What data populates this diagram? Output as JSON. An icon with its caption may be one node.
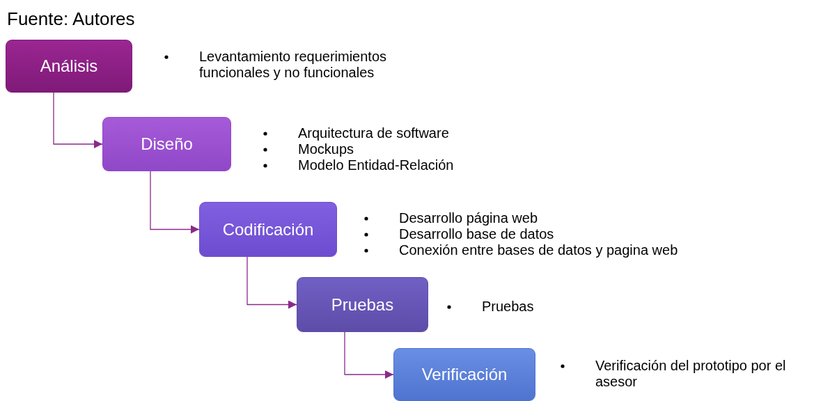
{
  "diagram": {
    "caption": "Fuente: Autores",
    "nodes": [
      {
        "text": [
          "Análisis"
        ]
      },
      {
        "text": [
          "Diseño"
        ]
      },
      {
        "text": [
          "Codificación"
        ]
      },
      {
        "text": [
          "Pruebas"
        ]
      },
      {
        "text": [
          "Verificación"
        ]
      }
    ],
    "edges": [
      {
        "from": 0,
        "to": 1,
        "arrow": "to"
      },
      {
        "from": 1,
        "to": 2,
        "arrow": "to"
      },
      {
        "from": 2,
        "to": 3,
        "arrow": "to"
      },
      {
        "from": 3,
        "to": 4,
        "arrow": "to"
      }
    ],
    "labels": [
      "Levantamiento requerimientos funcionales y no funcionales",
      "Arquitectura de software",
      "Mockups",
      "Modelo Entidad-Relación",
      "Desarrollo página web",
      "Desarrollo base de datos",
      "Conexión entre bases de datos y pagina web",
      "Pruebas",
      "Verificación del prototipo por el asesor"
    ]
  }
}
